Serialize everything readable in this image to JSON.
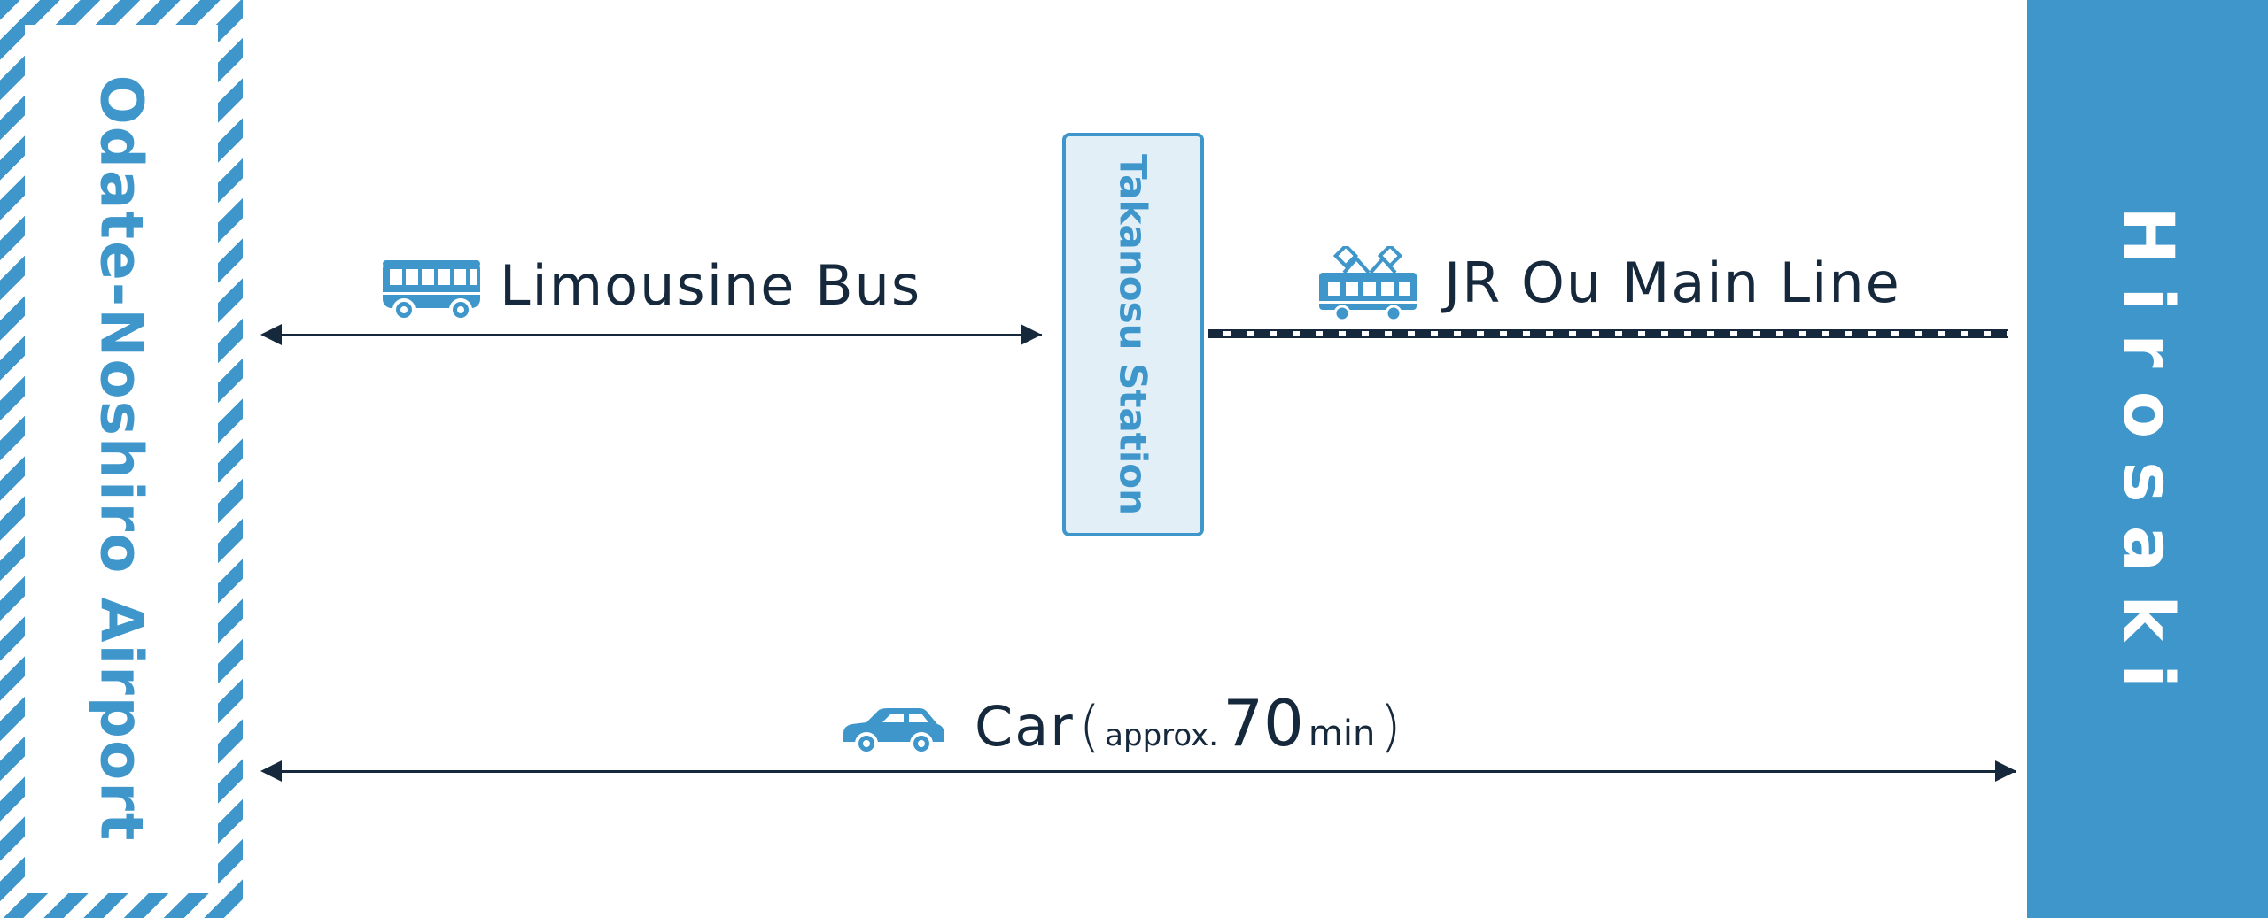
{
  "nodes": {
    "airport": "Odate-Noshiro Airport",
    "station": "Takanosu Station",
    "destination": "Hirosaki"
  },
  "routes": {
    "bus": {
      "label": "Limousine Bus",
      "icon": "bus-icon"
    },
    "train": {
      "label": "JR Ou Main Line",
      "icon": "train-icon"
    },
    "car": {
      "label": "Car",
      "paren_open": "(",
      "approx": "approx.",
      "minutes": "70",
      "unit": "min",
      "paren_close": ")",
      "icon": "car-icon"
    }
  },
  "colors": {
    "accent": "#3e96cb",
    "dark": "#16293c",
    "station_fill": "#e3eff7"
  }
}
